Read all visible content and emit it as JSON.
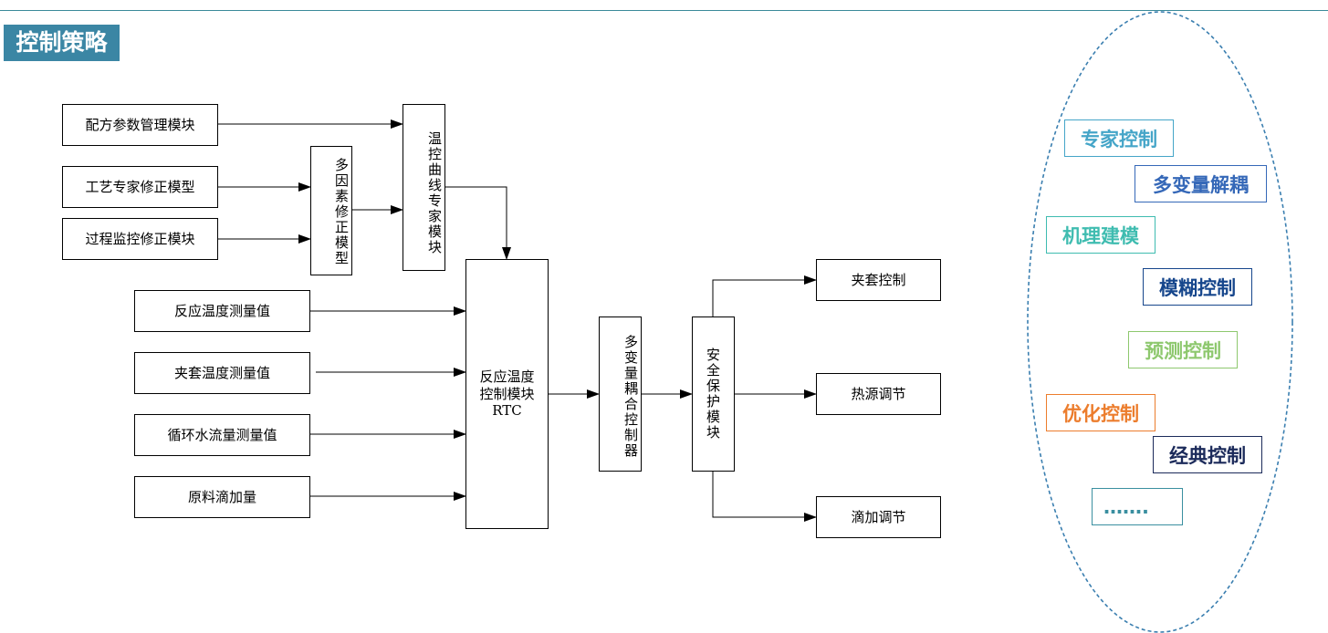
{
  "title": "控制策略",
  "inputs": {
    "recipe": "配方参数管理模块",
    "process_expert": "工艺专家修正模型",
    "process_monitor": "过程监控修正模块",
    "multi_factor": "多因素修正模型",
    "temp_curve": "温控曲线专家模块",
    "reaction_temp": "反应温度测量值",
    "jacket_temp": "夹套温度测量值",
    "water_flow": "循环水流量测量值",
    "feed": "原料滴加量"
  },
  "rtc": {
    "line1": "反应温度",
    "line2": "控制模块",
    "line3": "RTC"
  },
  "controllers": {
    "decoupling": "多变量耦合控制器",
    "safety": "安全保护模块"
  },
  "outputs": {
    "jacket": "夹套控制",
    "heat": "热源调节",
    "drip": "滴加调节"
  },
  "strategies": [
    {
      "label": "专家控制",
      "color": "#45a5c8"
    },
    {
      "label": "多变量解耦",
      "color": "#3568b8"
    },
    {
      "label": "机理建模",
      "color": "#3fbcb0"
    },
    {
      "label": "模糊控制",
      "color": "#16468c"
    },
    {
      "label": "预测控制",
      "color": "#8ec86e"
    },
    {
      "label": "优化控制",
      "color": "#ec7d2d"
    },
    {
      "label": "经典控制",
      "color": "#1b2a5a"
    },
    {
      "label": "…….",
      "color": "#3a8fa0"
    }
  ],
  "colors": {
    "title_bg": "#3b86a4",
    "ellipse": "#3b7fb0",
    "top_line": "#3a8a9a"
  }
}
